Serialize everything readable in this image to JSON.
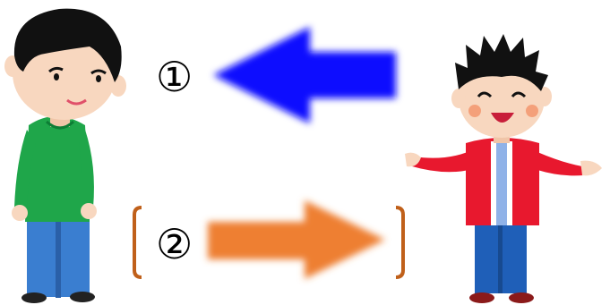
{
  "markers": {
    "first": "①",
    "second": "②"
  },
  "colors": {
    "arrow_top": "#1010ff",
    "arrow_bottom": "#ee7f33",
    "bracket": "#c0601a",
    "left_shirt": "#1fa64a",
    "pants": "#3a7ed0",
    "right_jacket": "#e8182e",
    "right_inner_shirt": "#8fb2e8",
    "skin": "#f8d7bf",
    "hair": "#111111"
  },
  "icons": {
    "left_person": "boy-green-shirt",
    "right_person": "boy-red-jacket",
    "top_arrow": "arrow-left",
    "bottom_arrow": "arrow-right"
  }
}
